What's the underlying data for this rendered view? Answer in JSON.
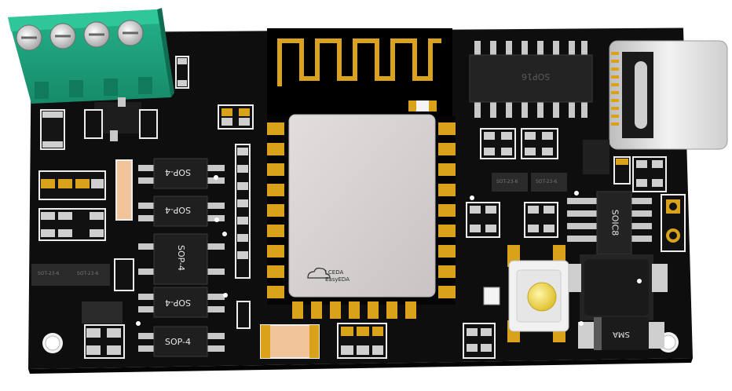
{
  "board": {
    "colors": {
      "pcb": "#0d0d0d",
      "silkscreen": "#f0f0f0",
      "gold": "#d4a017",
      "terminal": "#1aa17a",
      "usb_shell": "#d8d8d8",
      "button_cap": "#f5e06a"
    },
    "module": {
      "logo_line1": "LCEDA",
      "logo_line2": "EasyEDA"
    },
    "chips": {
      "sop16": "SOP16",
      "soic8": "SOIC8",
      "sma": "SMA",
      "sop4_a": "SOP-4",
      "sop4_b": "SOP-4",
      "sop4_c": "SOP-4",
      "sop4_d": "SOP-4",
      "sop4_e": "SOP-4"
    },
    "sot_labels": {
      "sot_1": "SOT-23-6",
      "sot_2": "SOT-23-6",
      "sot_3": "SOT-23-6",
      "sot_4": "SOT-23-6"
    }
  }
}
